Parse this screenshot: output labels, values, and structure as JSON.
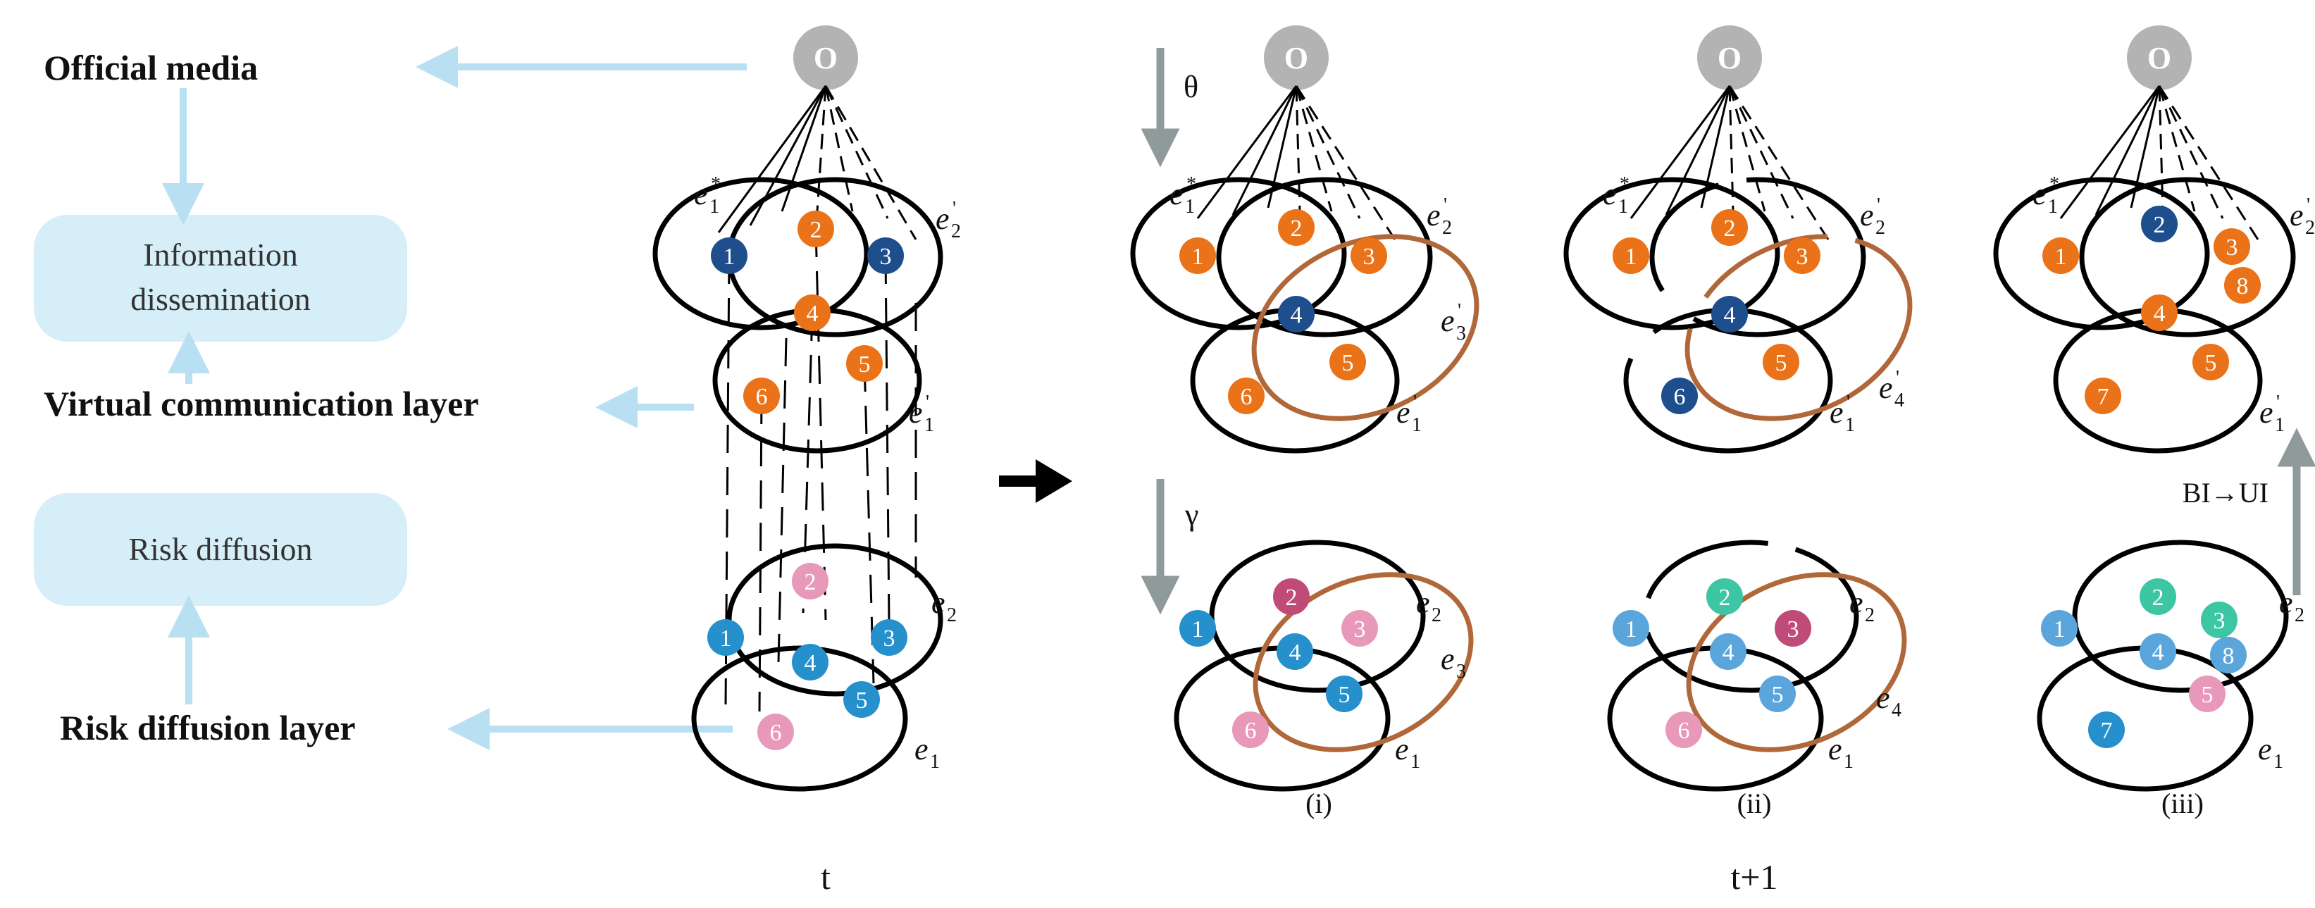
{
  "colors": {
    "official_node": "#b3b3b3",
    "orange": "#ea7218",
    "navy": "#1f4e8c",
    "blue": "#2590cc",
    "light_blue": "#5aa6dc",
    "pink": "#e899b9",
    "magenta": "#c04a78",
    "teal": "#3cc6a4",
    "brown": "#b0683a",
    "box_fill": "#d6eef8",
    "arrow_light": "#b9e0f2",
    "arrow_gray": "#8f9a9a"
  },
  "left_labels": {
    "official_media": "Official media",
    "info_dissemination_line1": "Information",
    "info_dissemination_line2": "dissemination",
    "virtual_layer": "Virtual communication layer",
    "risk_diffusion": "Risk diffusion",
    "risk_layer": "Risk diffusion layer"
  },
  "official_node_label": "O",
  "time_labels": {
    "t": "t",
    "t1": "t+1"
  },
  "captions": {
    "i": "(i)",
    "ii": "(ii)",
    "iii": "(iii)"
  },
  "symbols": {
    "theta": "θ",
    "gamma": "γ",
    "bi_ui": "BI→UI"
  },
  "edge_labels": {
    "e1star": "e",
    "e1star_sub": "1",
    "e1star_sup": "*",
    "e2p": "e",
    "e2p_sub": "2",
    "e2p_sup": "'",
    "e1p": "e",
    "e1p_sub": "1",
    "e1p_sup": "'",
    "e3p": "e",
    "e3p_sub": "3",
    "e3p_sup": "'",
    "e4p": "e",
    "e4p_sub": "4",
    "e4p_sup": "'",
    "e1": "e",
    "e1_sub": "1",
    "e2": "e",
    "e2_sub": "2",
    "e3": "e",
    "e3_sub": "3",
    "e4": "e",
    "e4_sub": "4"
  },
  "panels": {
    "t": {
      "upper_nodes": [
        {
          "n": "1",
          "color": "navy"
        },
        {
          "n": "2",
          "color": "orange"
        },
        {
          "n": "3",
          "color": "navy"
        },
        {
          "n": "4",
          "color": "orange"
        },
        {
          "n": "5",
          "color": "orange"
        },
        {
          "n": "6",
          "color": "orange"
        }
      ],
      "lower_nodes": [
        {
          "n": "1",
          "color": "blue"
        },
        {
          "n": "2",
          "color": "pink"
        },
        {
          "n": "3",
          "color": "blue"
        },
        {
          "n": "4",
          "color": "blue"
        },
        {
          "n": "5",
          "color": "blue"
        },
        {
          "n": "6",
          "color": "pink"
        }
      ]
    },
    "i": {
      "upper_nodes": [
        {
          "n": "1",
          "color": "orange"
        },
        {
          "n": "2",
          "color": "orange"
        },
        {
          "n": "3",
          "color": "orange"
        },
        {
          "n": "4",
          "color": "navy"
        },
        {
          "n": "5",
          "color": "orange"
        },
        {
          "n": "6",
          "color": "orange"
        }
      ],
      "lower_nodes": [
        {
          "n": "1",
          "color": "blue"
        },
        {
          "n": "2",
          "color": "magenta"
        },
        {
          "n": "3",
          "color": "pink"
        },
        {
          "n": "4",
          "color": "blue"
        },
        {
          "n": "5",
          "color": "blue"
        },
        {
          "n": "6",
          "color": "pink"
        }
      ]
    },
    "ii": {
      "upper_nodes": [
        {
          "n": "1",
          "color": "orange"
        },
        {
          "n": "2",
          "color": "orange"
        },
        {
          "n": "3",
          "color": "orange"
        },
        {
          "n": "4",
          "color": "navy"
        },
        {
          "n": "5",
          "color": "orange"
        },
        {
          "n": "6",
          "color": "navy"
        }
      ],
      "lower_nodes": [
        {
          "n": "1",
          "color": "light_blue"
        },
        {
          "n": "2",
          "color": "teal"
        },
        {
          "n": "3",
          "color": "magenta"
        },
        {
          "n": "4",
          "color": "light_blue"
        },
        {
          "n": "5",
          "color": "light_blue"
        },
        {
          "n": "6",
          "color": "pink"
        }
      ]
    },
    "iii": {
      "upper_nodes": [
        {
          "n": "1",
          "color": "orange"
        },
        {
          "n": "2",
          "color": "navy"
        },
        {
          "n": "3",
          "color": "orange"
        },
        {
          "n": "8",
          "color": "orange"
        },
        {
          "n": "4",
          "color": "orange"
        },
        {
          "n": "5",
          "color": "orange"
        },
        {
          "n": "7",
          "color": "orange"
        }
      ],
      "lower_nodes": [
        {
          "n": "1",
          "color": "light_blue"
        },
        {
          "n": "2",
          "color": "teal"
        },
        {
          "n": "3",
          "color": "teal"
        },
        {
          "n": "8",
          "color": "light_blue"
        },
        {
          "n": "4",
          "color": "light_blue"
        },
        {
          "n": "5",
          "color": "pink"
        },
        {
          "n": "7",
          "color": "blue"
        }
      ]
    }
  }
}
